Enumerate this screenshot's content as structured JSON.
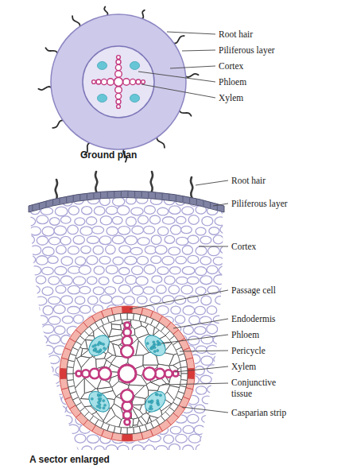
{
  "diagram": {
    "labels": [
      "Root hair",
      "Piliferous layer",
      "Cortex",
      "Phloem",
      "Xylem",
      "Ground plan",
      "Root hair",
      "Piliferous layer",
      "Cortex",
      "Passage cell",
      "Endodermis",
      "Phloem",
      "Pericycle",
      "Xylem",
      "Conjunctive tissue",
      "Casparian strip",
      "A sector enlarged"
    ]
  }
}
